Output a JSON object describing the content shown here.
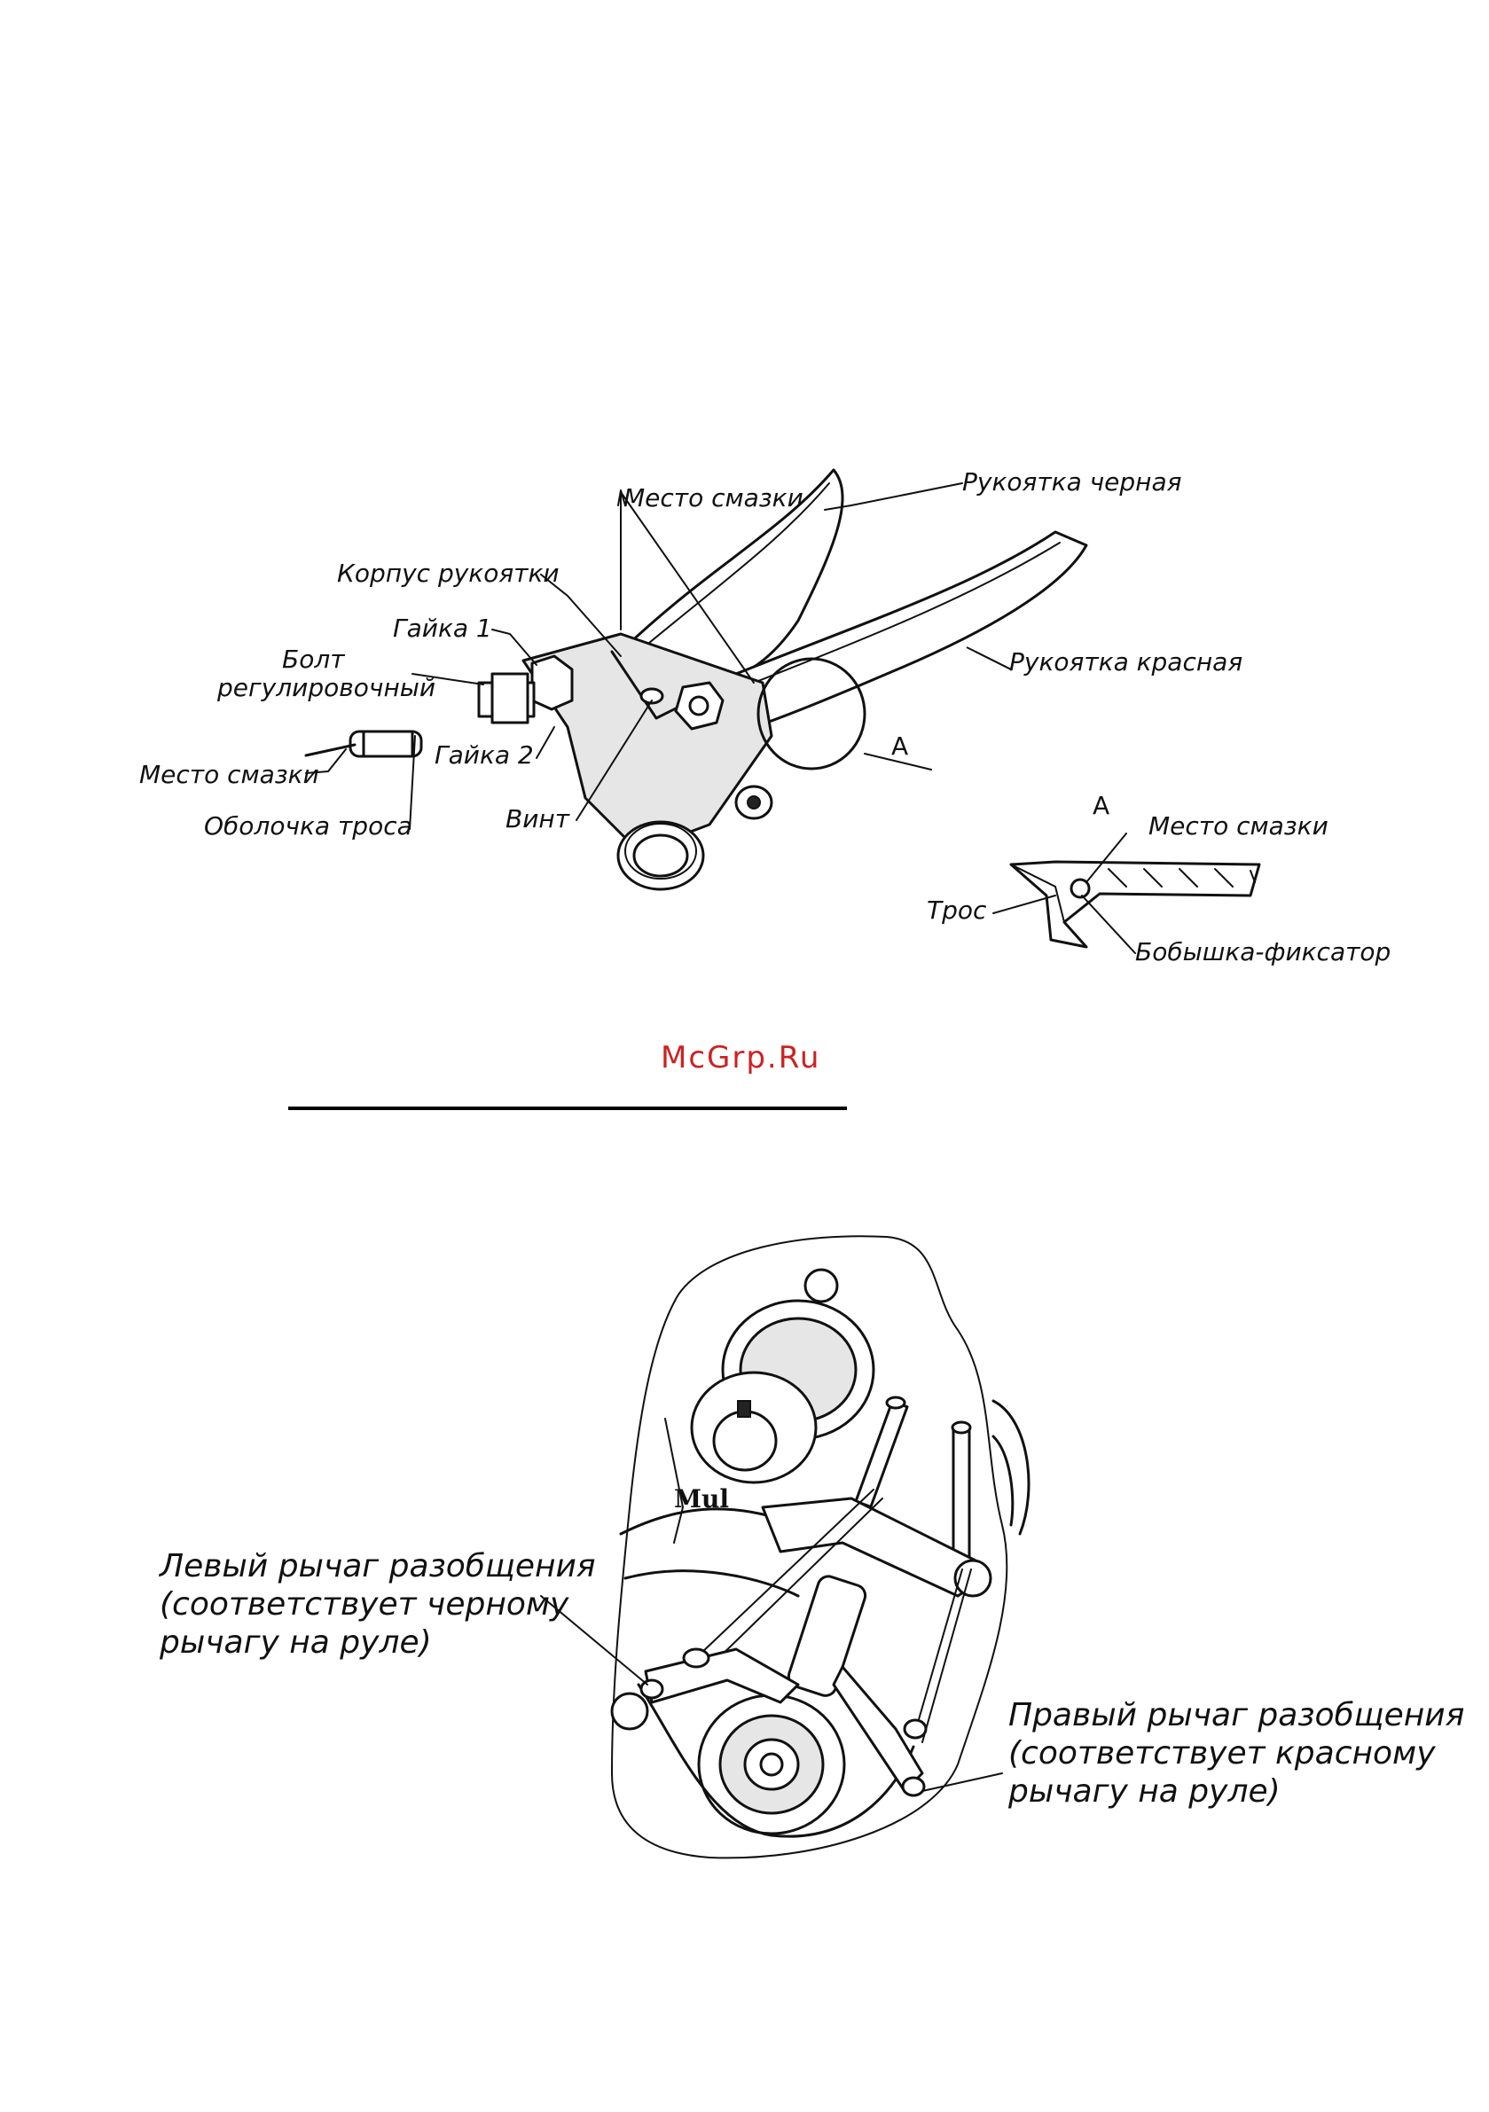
{
  "diagram1": {
    "labels": {
      "lubrication_top": "Место смазки",
      "handle_black": "Рукоятка черная",
      "handle_body": "Корпус рукоятки",
      "nut1": "Гайка 1",
      "bolt_line1": "Болт",
      "bolt_line2": "регулировочный",
      "handle_red": "Рукоятка красная",
      "lubrication_left": "Место смазки",
      "nut2": "Гайка 2",
      "detail_a": "А",
      "cable_sheath": "Оболочка троса",
      "screw": "Винт",
      "detail_a_title": "А",
      "detail_lubrication": "Место смазки",
      "cable": "Трос",
      "lock_boss": "Бобышка-фиксатор"
    }
  },
  "watermark": {
    "text": "McGrp.Ru",
    "color_primary": "#cc2222",
    "color_accent": "#555555"
  },
  "diagram2": {
    "left_lever": {
      "line1": "Левый рычаг разобщения",
      "line2": "(соответствует черному",
      "line3": "рычагу на руле)"
    },
    "right_lever": {
      "line1": "Правый рычаг разобщения",
      "line2": "(соответствует красному",
      "line3": "рычагу на руле)"
    },
    "engine_mark": "Mul"
  }
}
